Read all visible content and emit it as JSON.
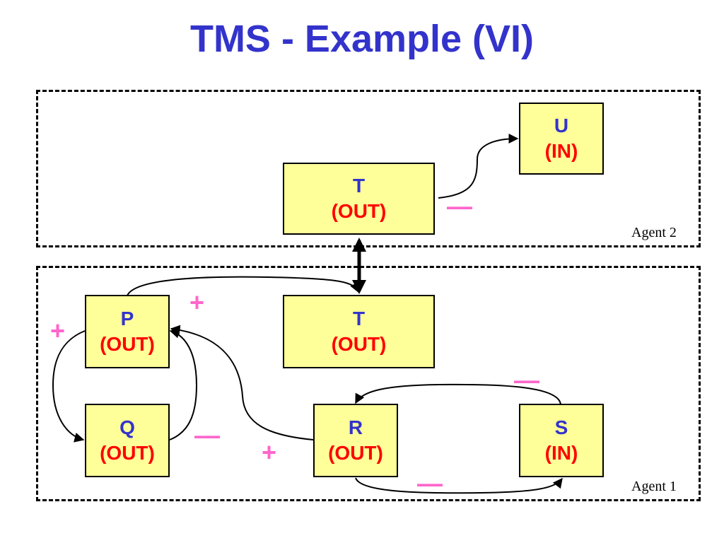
{
  "title": "TMS - Example (VI)",
  "agents": {
    "agent2_label": "Agent 2",
    "agent1_label": "Agent 1"
  },
  "nodes": {
    "u": {
      "name": "U",
      "status": "(IN)"
    },
    "t2": {
      "name": "T",
      "status": "(OUT)"
    },
    "p": {
      "name": "P",
      "status": "(OUT)"
    },
    "t1": {
      "name": "T",
      "status": "(OUT)"
    },
    "q": {
      "name": "Q",
      "status": "(OUT)"
    },
    "r": {
      "name": "R",
      "status": "(OUT)"
    },
    "s": {
      "name": "S",
      "status": "(IN)"
    }
  },
  "signs": {
    "plus": "+",
    "minus": "—"
  },
  "colors": {
    "title": "#3333cc",
    "node_name": "#3333cc",
    "node_status": "#ff0000",
    "node_fill": "#ffff99",
    "sign": "#ff66cc"
  }
}
